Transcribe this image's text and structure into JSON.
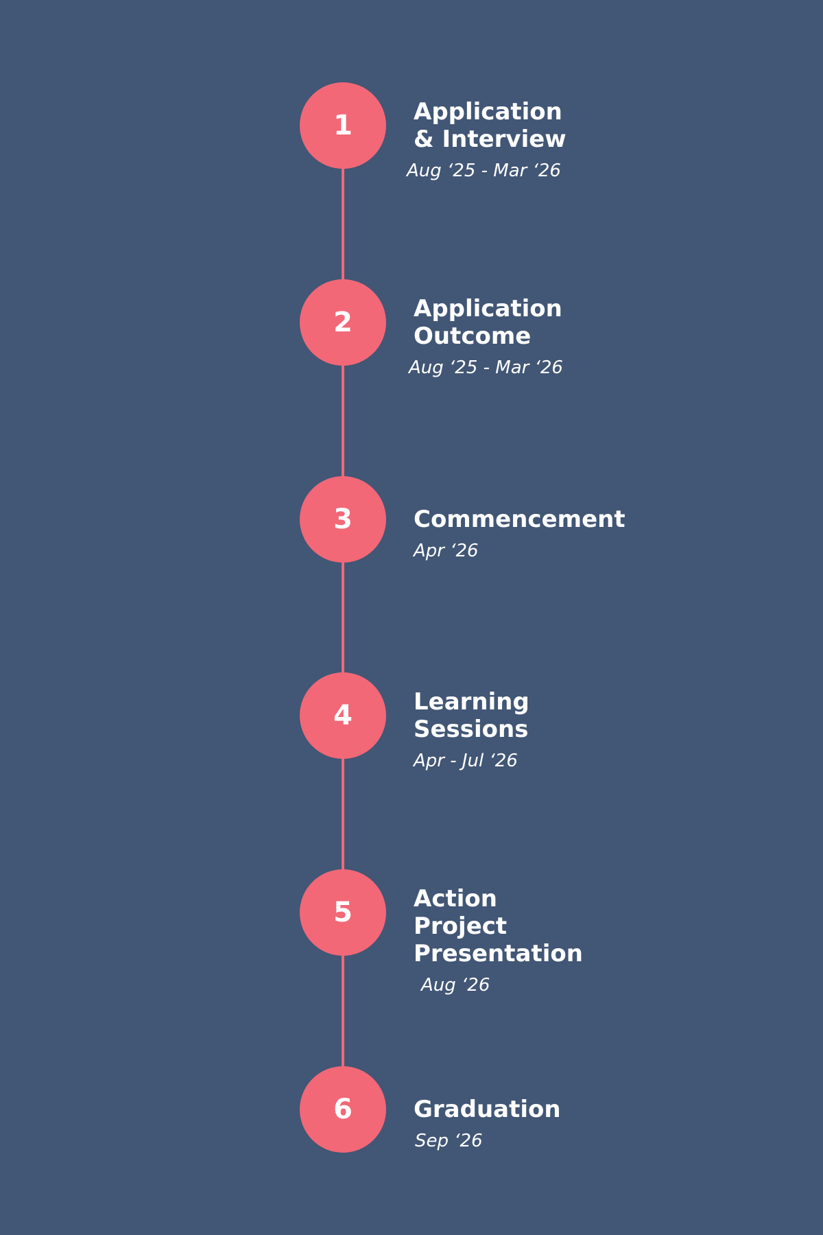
{
  "colors": {
    "background": "#425675",
    "accent": "#F26877",
    "text": "#FFFFFF"
  },
  "steps": [
    {
      "number": "1",
      "title_line1": "Application",
      "title_line2": "& Interview",
      "date": "Aug ‘25 - Mar ‘26"
    },
    {
      "number": "2",
      "title_line1": "Application",
      "title_line2": "Outcome",
      "date": "Aug ‘25 - Mar ‘26"
    },
    {
      "number": "3",
      "title_line1": "Commencement",
      "title_line2": "",
      "date": "Apr ‘26"
    },
    {
      "number": "4",
      "title_line1": "Learning",
      "title_line2": "Sessions",
      "date": "Apr - Jul ‘26"
    },
    {
      "number": "5",
      "title_line1": "Action Project",
      "title_line2": "Presentation",
      "date": "Aug ‘26"
    },
    {
      "number": "6",
      "title_line1": "Graduation",
      "title_line2": "",
      "date": "Sep ‘26"
    }
  ]
}
